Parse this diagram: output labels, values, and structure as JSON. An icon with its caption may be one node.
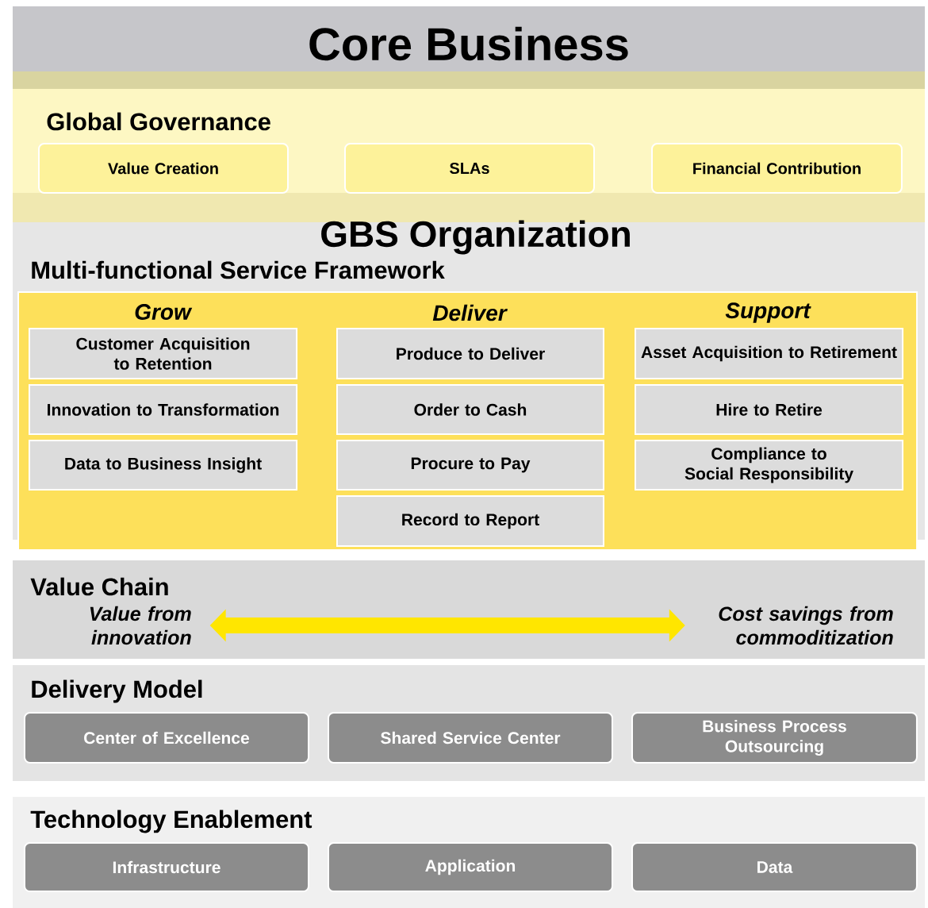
{
  "diagram": {
    "nodes": [
      {
        "text": [
          "Core Business"
        ]
      },
      {
        "text": [
          "Global Governance"
        ]
      },
      {
        "text": [
          "Value Creation"
        ],
        "in": 1
      },
      {
        "text": [
          "SLAs"
        ],
        "in": 1
      },
      {
        "text": [
          "Financial Contribution"
        ],
        "in": 1
      },
      {
        "text": [
          "GBS Organization",
          "Multi-functional Service Framework"
        ]
      },
      {
        "text": [
          "Grow",
          "Deliver",
          "Support"
        ],
        "in": 5
      },
      {
        "text": [
          "Customer Acquisition to Retention"
        ],
        "in": 6
      },
      {
        "text": [
          "Innovation to Transformation"
        ],
        "in": 6
      },
      {
        "text": [
          "Data to Business Insight"
        ],
        "in": 6
      },
      {
        "text": [
          "Produce to Deliver"
        ],
        "in": 6
      },
      {
        "text": [
          "Order to Cash"
        ],
        "in": 6
      },
      {
        "text": [
          "Procure to Pay"
        ],
        "in": 6
      },
      {
        "text": [
          "Record to Report"
        ],
        "in": 6
      },
      {
        "text": [
          "Asset Acquisition to Retirement"
        ],
        "in": 6
      },
      {
        "text": [
          "Hire to Retire"
        ],
        "in": 6
      },
      {
        "text": [
          "Compliance to Social Responsibility"
        ],
        "in": 6
      },
      {
        "text": [
          "Value Chain"
        ]
      },
      {
        "text": [
          "Value from innovation"
        ],
        "in": 17
      },
      {
        "text": [
          "Cost savings from commoditization"
        ],
        "in": 17
      },
      {
        "text": [
          "Delivery Model"
        ]
      },
      {
        "text": [
          "Center of Excellence"
        ],
        "in": 20
      },
      {
        "text": [
          "Shared Service Center"
        ],
        "in": 20
      },
      {
        "text": [
          "Business Process Outsourcing"
        ],
        "in": 20
      },
      {
        "text": [
          "Technology Enablement"
        ]
      },
      {
        "text": [
          "Infrastructure"
        ],
        "in": 24
      },
      {
        "text": [
          "Application"
        ],
        "in": 24
      },
      {
        "text": [
          "Data"
        ],
        "in": 24
      }
    ],
    "edges": [
      {
        "from": 18,
        "to": 19,
        "arrow": "both",
        "color": "#ffe600"
      }
    ]
  }
}
